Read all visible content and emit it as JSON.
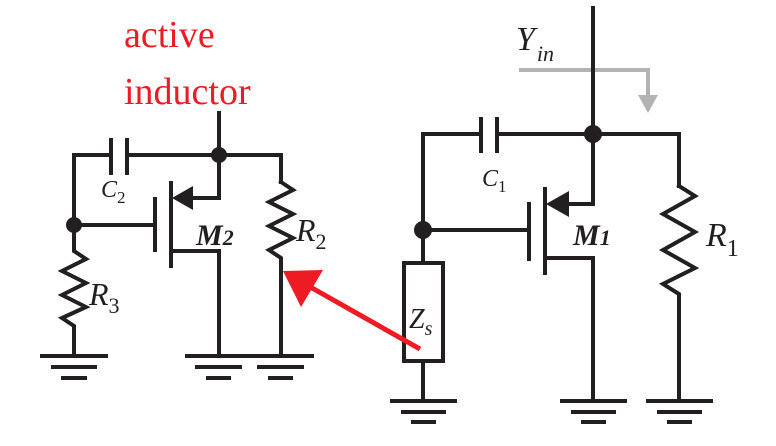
{
  "annotation": {
    "line1": "active",
    "line2": "inductor",
    "color": "#ed1c24"
  },
  "input_admittance": {
    "symbol": "Y",
    "subscript": "in",
    "arrow_color": "#b3b3b3"
  },
  "components": {
    "c1": {
      "symbol": "C",
      "subscript": "1"
    },
    "c2": {
      "symbol": "C",
      "subscript": "2"
    },
    "r1": {
      "symbol": "R",
      "subscript": "1"
    },
    "r2": {
      "symbol": "R",
      "subscript": "2"
    },
    "r3": {
      "symbol": "R",
      "subscript": "3"
    },
    "m1": {
      "symbol": "M",
      "subscript": "1"
    },
    "m2": {
      "symbol": "M",
      "subscript": "2"
    },
    "zs": {
      "symbol": "Z",
      "subscript": "s"
    }
  },
  "colors": {
    "wire": "#231f20",
    "highlight_arrow": "#ed1c24"
  }
}
